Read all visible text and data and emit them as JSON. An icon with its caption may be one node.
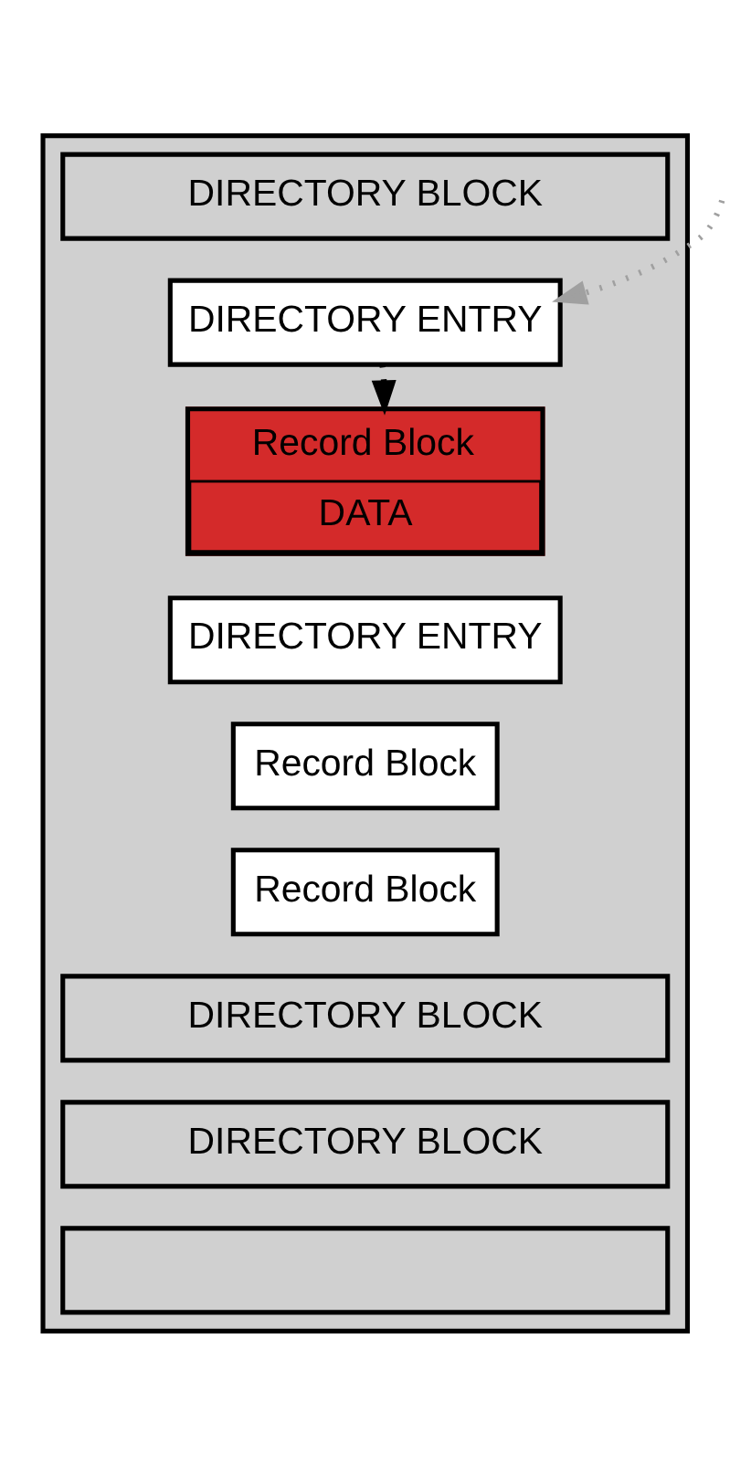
{
  "diagram": {
    "nodes": [
      {
        "text": [],
        "shape": "box"
      },
      {
        "text": [
          "DIRECTORY BLOCK"
        ],
        "in": 0
      },
      {
        "text": [
          "DIRECTORY ENTRY"
        ],
        "in": 0
      },
      {
        "text": [
          "Record Block",
          "DATA"
        ],
        "in": 0
      },
      {
        "text": [
          "DIRECTORY ENTRY"
        ],
        "in": 0
      },
      {
        "text": [
          "Record Block"
        ],
        "in": 0
      },
      {
        "text": [
          "Record Block"
        ],
        "in": 0
      },
      {
        "text": [
          "DIRECTORY BLOCK"
        ],
        "in": 0
      },
      {
        "text": [
          "DIRECTORY BLOCK"
        ],
        "in": 0
      },
      {
        "text": [],
        "shape": "box",
        "in": 0
      }
    ],
    "edges": [
      {
        "from": null,
        "to": 2,
        "arrow": "to",
        "style": "dashed",
        "color": "#a0a0a0"
      },
      {
        "from": 2,
        "to": 3,
        "arrow": "to",
        "style": "dashed",
        "color": "#000000"
      }
    ]
  }
}
